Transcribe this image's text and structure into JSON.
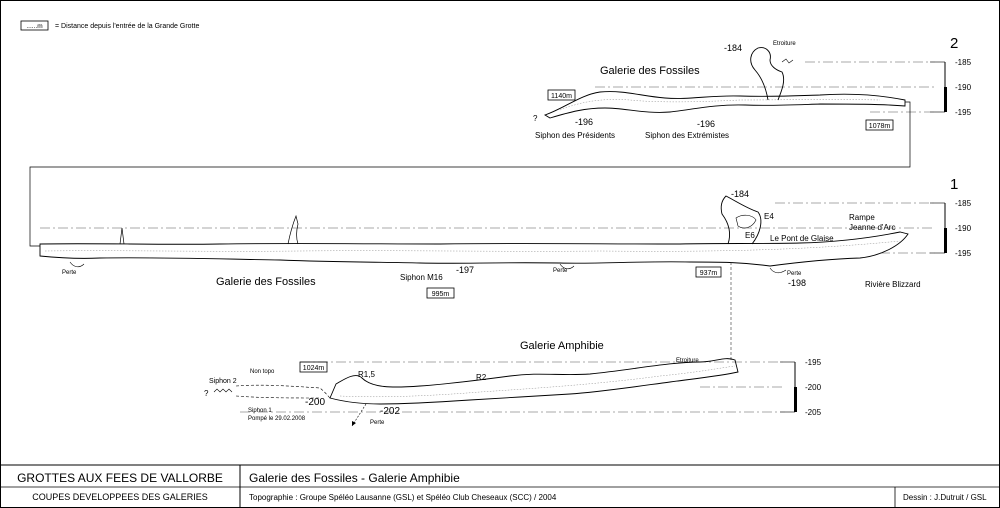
{
  "legend": {
    "box_text": "......m",
    "description": "= Distance depuis l'entrée de la Grande Grotte"
  },
  "section2": {
    "number": "2",
    "title": "Galerie des Fossiles",
    "question": "?",
    "box_1140": "1140m",
    "box_1078": "1078m",
    "depth_196a": "-196",
    "depth_196b": "-196",
    "depth_184": "-184",
    "siphon_presidents": "Siphon des Présidents",
    "siphon_extremistes": "Siphon des Extrémistes",
    "etroiture": "Etroiture",
    "scale": [
      "-185",
      "-190",
      "-195"
    ]
  },
  "section1": {
    "number": "1",
    "title": "Galerie des Fossiles",
    "depth_184": "-184",
    "e4": "E4",
    "e6": "E6",
    "pont": "Le Pont de Glaise",
    "rampe1": "Rampe",
    "rampe2": "Jeanne d'Arc",
    "perte_a": "Perte",
    "perte_b": "Perte",
    "perte_c": "Perte",
    "siphon_m16": "Siphon M16",
    "depth_197": "-197",
    "depth_198": "-198",
    "box_995": "995m",
    "box_937": "937m",
    "riviere": "Rivière Blizzard",
    "scale": [
      "-185",
      "-190",
      "-195"
    ]
  },
  "section3": {
    "title": "Galerie Amphibie",
    "non_topo": "Non topo",
    "box_1024": "1024m",
    "siphon2": "Siphon 2",
    "question": "?",
    "siphon1": "Siphon 1",
    "pompe": "Pompé le 29.02.2008",
    "depth_200": "-200",
    "r15": "R1,5",
    "depth_202": "-202",
    "perte": "Perte",
    "r2": "R2",
    "etroiture": "Etroiture",
    "scale": [
      "-195",
      "-200",
      "-205"
    ]
  },
  "title_block": {
    "cave_name": "GROTTES AUX FEES DE VALLORBE",
    "subtitle": "COUPES DEVELOPPEES DES GALERIES",
    "galleries": "Galerie des Fossiles - Galerie Amphibie",
    "topographie": "Topographie  :  Groupe Spéléo Lausanne (GSL) et Spéléo Club Cheseaux (SCC)  /  2004",
    "dessin": "Dessin  :  J.Dutruit / GSL"
  }
}
